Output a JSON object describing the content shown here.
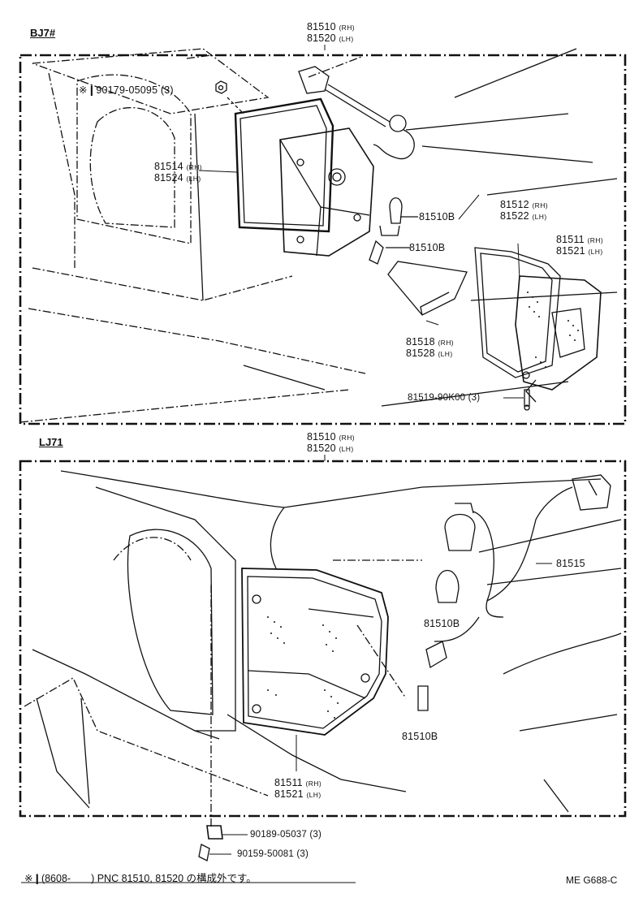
{
  "sections": [
    {
      "code": "BJ7#"
    },
    {
      "code": "LJ71"
    }
  ],
  "top": {
    "lamp_assy": [
      "81510",
      "(RH)",
      "81520",
      "(LH)"
    ],
    "nut": "※❙90179-05095 (3)",
    "housing": [
      "81514",
      "(RH)",
      "81524",
      "(LH)"
    ],
    "bulb_upper": "81510B",
    "bulb_lower": "81510B",
    "socket_lens": [
      "81512",
      "(RH)",
      "81522",
      "(LH)"
    ],
    "lens": [
      "81511",
      "(RH)",
      "81521",
      "(LH)"
    ],
    "reflector": [
      "81518",
      "(RH)",
      "81528",
      "(LH)"
    ],
    "screw": "81519-90K00 (3)"
  },
  "bottom": {
    "lamp_assy": [
      "81510",
      "(RH)",
      "81520",
      "(LH)"
    ],
    "wiring": "81515",
    "bulb_upper": "81510B",
    "bulb_lower": "81510B",
    "lens": [
      "81511",
      "(RH)",
      "81521",
      "(LH)"
    ],
    "clip": "90189-05037 (3)",
    "screw": "90159-50081 (3)"
  },
  "footnote": "※❙(8608-　　) PNC  81510,  81520 の構成外です。",
  "code": "ME  G688-C"
}
